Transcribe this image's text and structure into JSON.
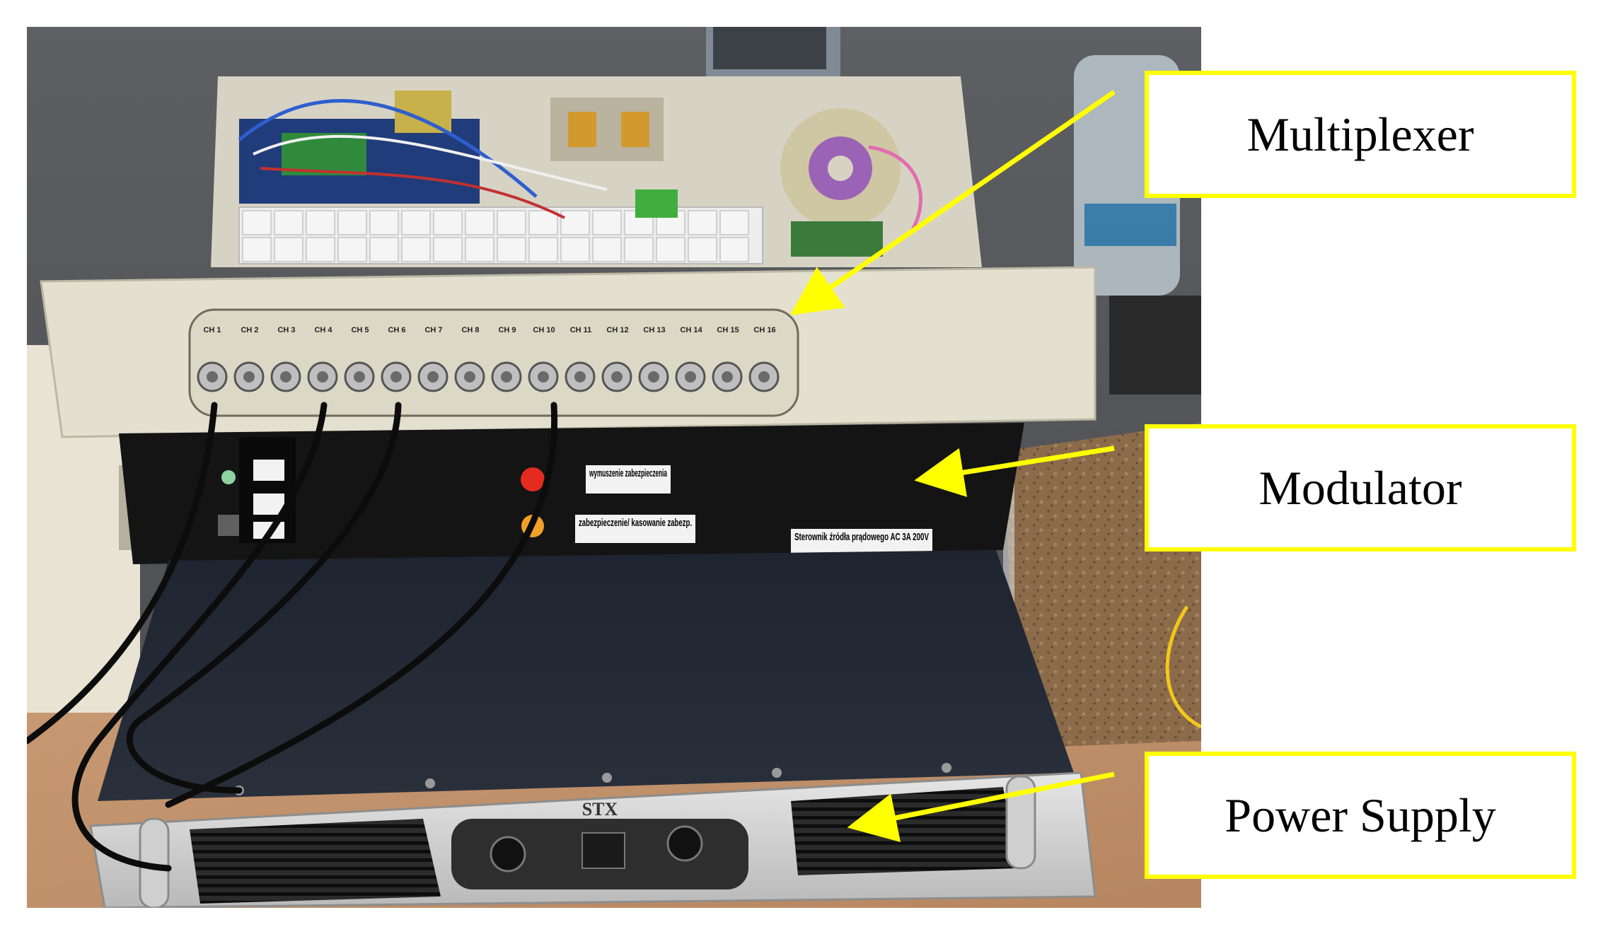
{
  "labels": {
    "multiplexer": "Multiplexer",
    "modulator": "Modulator",
    "power_supply": "Power Supply"
  },
  "equipment_text": {
    "channels": [
      "CH 1",
      "CH 2",
      "CH 3",
      "CH 4",
      "CH 5",
      "CH 6",
      "CH 7",
      "CH 8",
      "CH 9",
      "CH 10",
      "CH 11",
      "CH 12",
      "CH 13",
      "CH 14",
      "CH 15",
      "CH 16"
    ],
    "modulator_label_1": "wymuszenie zabezpieczenia",
    "modulator_label_2": "zabezpieczenie/ kasowanie zabezp.",
    "modulator_label_3": "Sterownik źródła prądowego AC 3A 200V",
    "power_brand": "STX"
  },
  "colors": {
    "callout_border": "#ffff00",
    "arrow": "#ffff00"
  }
}
